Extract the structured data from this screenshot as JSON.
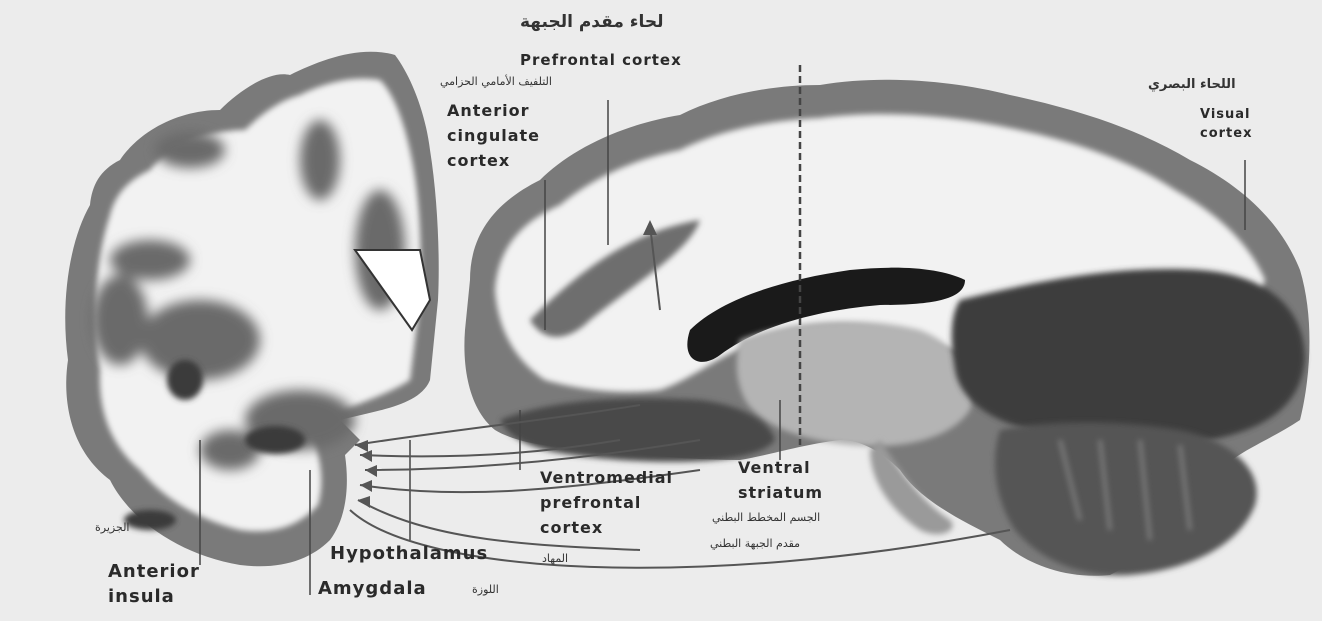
{
  "labels": {
    "prefrontal_ar": "لحاء مقدم الجبهة",
    "prefrontal_en": "Prefrontal cortex",
    "acc_ar": "التلفيف الأمامي الحزامي",
    "acc_en": [
      "Anterior",
      "cingulate",
      "cortex"
    ],
    "visual_ar": "اللحاء البصري",
    "visual_en": [
      "Visual",
      "cortex"
    ],
    "vmpfc_en": [
      "Ventromedial",
      "prefrontal",
      "cortex"
    ],
    "vmpfc_ar": "مقدم الجبهة البطني",
    "vstriatum_en": [
      "Ventral",
      "striatum"
    ],
    "vstriatum_ar": "الجسم المخطط البطني",
    "hypothalamus_en": "Hypothalamus",
    "hypothalamus_ar": "المهاد",
    "amygdala_en": "Amygdala",
    "amygdala_ar": "اللوزة",
    "insula_en": [
      "Anterior",
      "insula"
    ],
    "insula_ar": "الجزيرة"
  },
  "colors": {
    "background": "#ececec",
    "white_matter": "#f2f2f2",
    "grey_matter": "#7a7a7a",
    "dark_matter": "#3a3a3a",
    "text": "#2a2a2a"
  }
}
